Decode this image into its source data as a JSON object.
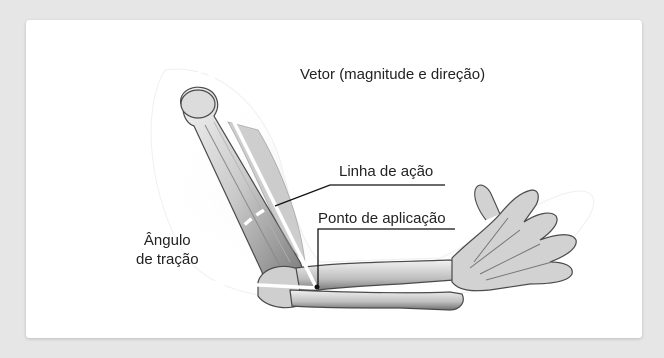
{
  "diagram": {
    "labels": {
      "vector": "Vetor (magnitude e direção)",
      "line_of_action": "Linha de ação",
      "point_of_application": "Ponto de aplicação",
      "angle_line1": "Ângulo",
      "angle_line2": "de tração"
    },
    "colors": {
      "background": "#e6e6e6",
      "card": "#ffffff",
      "vector_arrow": "#ffffff",
      "leader_lines": "#111111",
      "bone_fill": "#cfcfcf",
      "bone_shadow": "#6e6e6e"
    },
    "illustration": "arm-bones-anatomy"
  }
}
